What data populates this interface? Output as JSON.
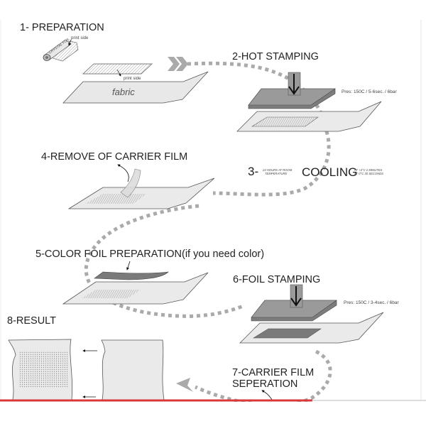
{
  "diagram": {
    "title": "Crystal foil heat transfer process",
    "colors": {
      "sheet_fill": "#eaeaea",
      "sheet_stroke": "#555555",
      "press_top": "#9a9a9a",
      "press_side": "#7d7d7d",
      "path_dots": "#aaaaaa",
      "color_foil": "#7a7a7a",
      "progress_bar": "#d9393b",
      "divider": "#bbbbbb"
    },
    "steps": [
      {
        "id": 1,
        "label": "1- PREPARATION",
        "roll_label": "CRYSTAL FOIL",
        "roll_note": "print side",
        "sheet_note": "print side",
        "fabric_label": "fabric"
      },
      {
        "id": 2,
        "label": "2-HOT STAMPING",
        "press_params": "Pres: 150C / 5-6sec. / 6bar"
      },
      {
        "id": 3,
        "label_prefix": "3-",
        "label": "COOLING",
        "note_left_1": "24 HOURS AT ROOM",
        "note_left_2": "TEMPERATURE",
        "note_right_1": "AT +4°C 2 MINUTES",
        "note_right_2": "AT 0°C 30 SECONDS"
      },
      {
        "id": 4,
        "label": "4-REMOVE OF CARRIER FILM"
      },
      {
        "id": 5,
        "label": "5-COLOR FOIL PREPARATION(if you need color)"
      },
      {
        "id": 6,
        "label": "6-FOIL STAMPING",
        "press_params": "Pres: 150C / 3-4sec. / 6bar"
      },
      {
        "id": 7,
        "label_line1": "7-CARRIER FILM",
        "label_line2": "SEPERATION"
      },
      {
        "id": 8,
        "label": "8-RESULT"
      }
    ],
    "progress": {
      "fraction": 0.733
    }
  }
}
